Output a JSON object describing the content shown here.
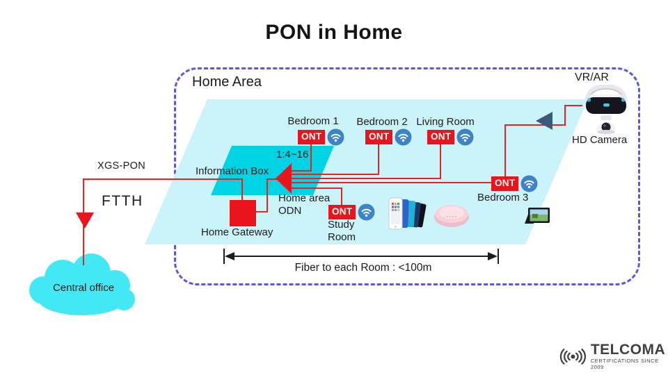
{
  "title": "PON in Home",
  "home_area_label": "Home Area",
  "left_side": {
    "xgs_pon": "XGS-PON",
    "ftth": "FTTH",
    "central_office": "Central office"
  },
  "core": {
    "information_box": "Information Box",
    "splitter_ratio": "1:4~16",
    "odn_line1": "Home area",
    "odn_line2": "ODN",
    "home_gateway": "Home Gateway",
    "ont_label": "ONT"
  },
  "rooms": {
    "bedroom1": "Bedroom 1",
    "bedroom2": "Bedroom 2",
    "living_room": "Living Room",
    "study_line1": "Study",
    "study_line2": "Room",
    "bedroom3": "Bedroom 3"
  },
  "right_side": {
    "vr_ar": "VR/AR",
    "hd_camera": "HD Camera"
  },
  "measurement": {
    "label": "Fiber to each Room : <100m"
  },
  "logo": {
    "name": "TELCOMA",
    "tagline": "CERTIFICATIONS SINCE 2009"
  },
  "icons": {
    "wifi": "wifi-icon",
    "splitter": "optical-splitter-arrow",
    "signal": "telcoma-signal-icon"
  },
  "colors": {
    "line_red": "#e8231f",
    "ont_red": "#ea141c",
    "floor_cyan": "#cbf4fa",
    "info_box_turquoise": "#00d4e4",
    "cloud_cyan": "#42e9f4",
    "dashed_border_blue": "#5b57e3",
    "wifi_blue": "#3e82c8",
    "direction_arrow_slate": "#3c5a78",
    "text_black": "#1b1b1b",
    "logo_gray": "#3f3f3f"
  }
}
